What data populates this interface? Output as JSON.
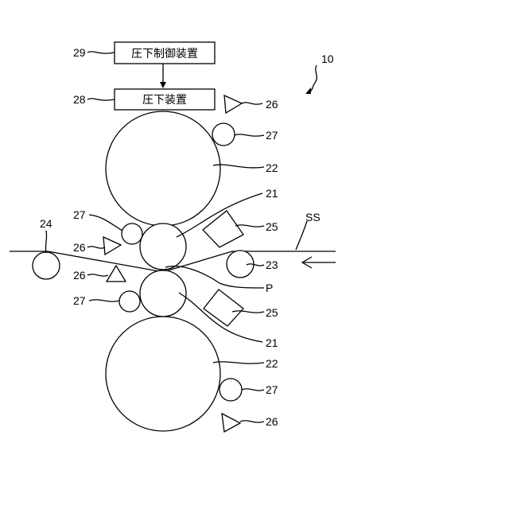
{
  "boxes": {
    "control": "圧下制御装置",
    "device": "圧下装置"
  },
  "labels": {
    "mill": "10",
    "box_control": "29",
    "box_device": "28",
    "triangle": "26",
    "small_roll": "27",
    "backup_roll": "22",
    "work_roll": "21",
    "square": "25",
    "strip": "SS",
    "entry_roll": "23",
    "exit_roll": "24",
    "roll_gap": "P"
  }
}
